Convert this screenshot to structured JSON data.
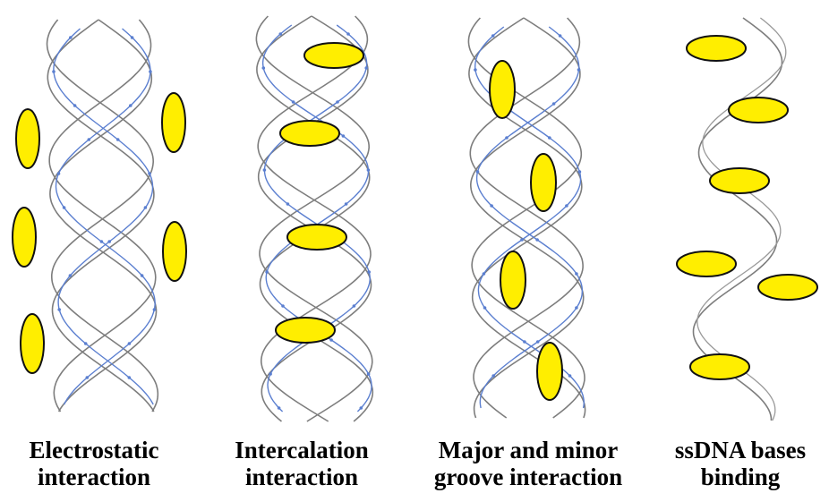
{
  "panels": [
    {
      "id": "electrostatic",
      "label_line1": "Electrostatic",
      "label_line2": "interaction"
    },
    {
      "id": "intercalation",
      "label_line1": "Intercalation",
      "label_line2": "interaction"
    },
    {
      "id": "groove",
      "label_line1": "Major and minor",
      "label_line2": "groove interaction"
    },
    {
      "id": "ssdna",
      "label_line1": "ssDNA bases",
      "label_line2": "binding"
    }
  ],
  "colors": {
    "strand_gray": "#7d7d7d",
    "strand_blue": "#5b7fd0",
    "molecule_fill": "#ffee00",
    "molecule_stroke": "#111111",
    "label_text": "#000000"
  }
}
